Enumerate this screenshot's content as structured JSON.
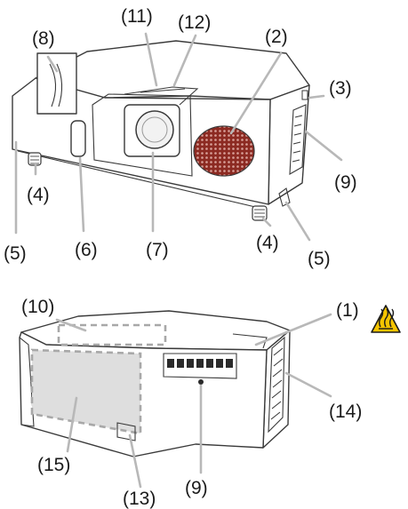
{
  "labels": {
    "l1": "(1)",
    "l2": "(2)",
    "l3": "(3)",
    "l4a": "(4)",
    "l4b": "(4)",
    "l5a": "(5)",
    "l5b": "(5)",
    "l6": "(6)",
    "l7": "(7)",
    "l8": "(8)",
    "l9a": "(9)",
    "l9b": "(9)",
    "l10": "(10)",
    "l11": "(11)",
    "l12": "(12)",
    "l13": "(13)",
    "l14": "(14)",
    "l15": "(15)"
  },
  "icons": {
    "hot_warning": "hot-surface-warning-icon"
  },
  "colors": {
    "warning_fill": "#f5c400",
    "filter_fill": "#dedede",
    "speaker_fill": "#b03a30"
  }
}
